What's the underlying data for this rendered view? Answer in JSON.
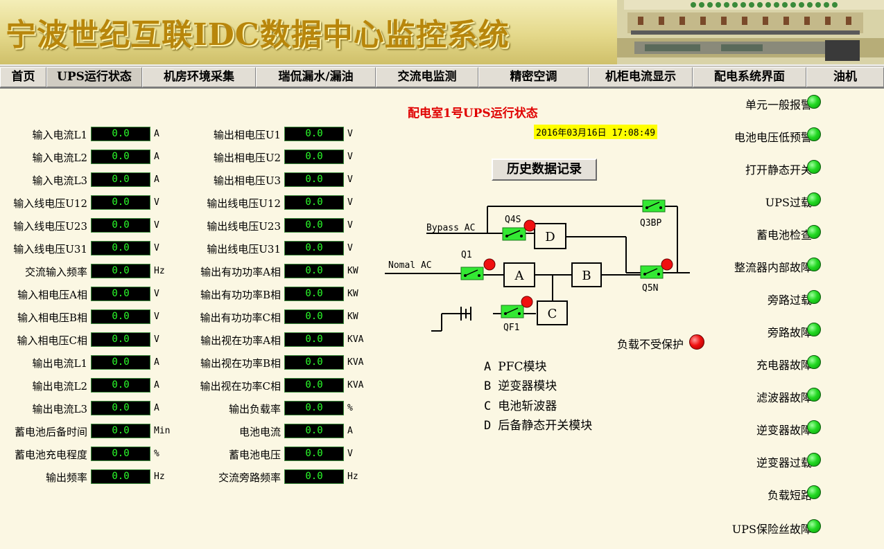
{
  "app_title": "宁波世纪互联IDC数据中心监控系统",
  "nav": [
    {
      "label": "首页"
    },
    {
      "label": "UPS运行状态"
    },
    {
      "label": "机房环境采集"
    },
    {
      "label": "瑞侃漏水/漏油"
    },
    {
      "label": "交流电监测"
    },
    {
      "label": "精密空调"
    },
    {
      "label": "机柜电流显示"
    },
    {
      "label": "配电系统界面"
    },
    {
      "label": "油机"
    }
  ],
  "page_heading": "配电室1号UPS运行状态",
  "datetime": "2016年03月16日 17:08:49",
  "history_button": "历史数据记录",
  "left_readings": [
    {
      "label": "输入电流L1",
      "value": "0.0",
      "unit": "A"
    },
    {
      "label": "输入电流L2",
      "value": "0.0",
      "unit": "A"
    },
    {
      "label": "输入电流L3",
      "value": "0.0",
      "unit": "A"
    },
    {
      "label": "输入线电压U12",
      "value": "0.0",
      "unit": "V"
    },
    {
      "label": "输入线电压U23",
      "value": "0.0",
      "unit": "V"
    },
    {
      "label": "输入线电压U31",
      "value": "0.0",
      "unit": "V"
    },
    {
      "label": "交流输入频率",
      "value": "0.0",
      "unit": "Hz"
    },
    {
      "label": "输入相电压A相",
      "value": "0.0",
      "unit": "V"
    },
    {
      "label": "输入相电压B相",
      "value": "0.0",
      "unit": "V"
    },
    {
      "label": "输入相电压C相",
      "value": "0.0",
      "unit": "V"
    },
    {
      "label": "输出电流L1",
      "value": "0.0",
      "unit": "A"
    },
    {
      "label": "输出电流L2",
      "value": "0.0",
      "unit": "A"
    },
    {
      "label": "输出电流L3",
      "value": "0.0",
      "unit": "A"
    },
    {
      "label": "蓄电池后备时间",
      "value": "0.0",
      "unit": "Min"
    },
    {
      "label": "蓄电池充电程度",
      "value": "0.0",
      "unit": "%"
    },
    {
      "label": "输出频率",
      "value": "0.0",
      "unit": "Hz"
    }
  ],
  "right_readings": [
    {
      "label": "输出相电压U1",
      "value": "0.0",
      "unit": "V"
    },
    {
      "label": "输出相电压U2",
      "value": "0.0",
      "unit": "V"
    },
    {
      "label": "输出相电压U3",
      "value": "0.0",
      "unit": "V"
    },
    {
      "label": "输出线电压U12",
      "value": "0.0",
      "unit": "V"
    },
    {
      "label": "输出线电压U23",
      "value": "0.0",
      "unit": "V"
    },
    {
      "label": "输出线电压U31",
      "value": "0.0",
      "unit": "V"
    },
    {
      "label": "输出有功功率A相",
      "value": "0.0",
      "unit": "KW"
    },
    {
      "label": "输出有功功率B相",
      "value": "0.0",
      "unit": "KW"
    },
    {
      "label": "输出有功功率C相",
      "value": "0.0",
      "unit": "KW"
    },
    {
      "label": "输出视在功率A相",
      "value": "0.0",
      "unit": "KVA"
    },
    {
      "label": "输出视在功率B相",
      "value": "0.0",
      "unit": "KVA"
    },
    {
      "label": "输出视在功率C相",
      "value": "0.0",
      "unit": "KVA"
    },
    {
      "label": "输出负载率",
      "value": "0.0",
      "unit": "%"
    },
    {
      "label": "电池电流",
      "value": "0.0",
      "unit": "A"
    },
    {
      "label": "蓄电池电压",
      "value": "0.0",
      "unit": "V"
    },
    {
      "label": "交流旁路频率",
      "value": "0.0",
      "unit": "Hz"
    }
  ],
  "alarms": [
    {
      "label": "单元一般报警",
      "state": "green"
    },
    {
      "label": "电池电压低预警",
      "state": "green"
    },
    {
      "label": "打开静态开关",
      "state": "green"
    },
    {
      "label": "UPS过载",
      "state": "green"
    },
    {
      "label": "蓄电池检查",
      "state": "green"
    },
    {
      "label": "整流器内部故障",
      "state": "green"
    },
    {
      "label": "旁路过载",
      "state": "green"
    },
    {
      "label": "旁路故障",
      "state": "green"
    },
    {
      "label": "充电器故障",
      "state": "green"
    },
    {
      "label": "滤波器故障",
      "state": "green"
    },
    {
      "label": "逆变器故障",
      "state": "green"
    },
    {
      "label": "逆变器过载",
      "state": "green"
    },
    {
      "label": "负载短路",
      "state": "green"
    },
    {
      "label": "UPS保险丝故障",
      "state": "green"
    }
  ],
  "diagram": {
    "bypass_label": "Bypass AC",
    "normal_label": "Nomal AC",
    "q4s": "Q4S",
    "q3bp": "Q3BP",
    "q1": "Q1",
    "q5n": "Q5N",
    "qf1": "QF1",
    "block_a": "A",
    "block_b": "B",
    "block_c": "C",
    "block_d": "D"
  },
  "load_unprotected": {
    "label": "负载不受保护",
    "state": "red"
  },
  "legend": [
    {
      "key": "A",
      "text": "PFC模块"
    },
    {
      "key": "B",
      "text": "逆变器模块"
    },
    {
      "key": "C",
      "text": "电池斩波器"
    },
    {
      "key": "D",
      "text": "后备静态开关模块"
    }
  ],
  "colors": {
    "background": "#fbf7e3",
    "title_gold": "#b8860b",
    "heading_red": "#e00000",
    "value_green": "#2bff2b",
    "switch_green": "#33e833",
    "alarm_ok": "#22d822",
    "alarm_bad": "#f01010",
    "datetime_bg": "#ffff00"
  }
}
